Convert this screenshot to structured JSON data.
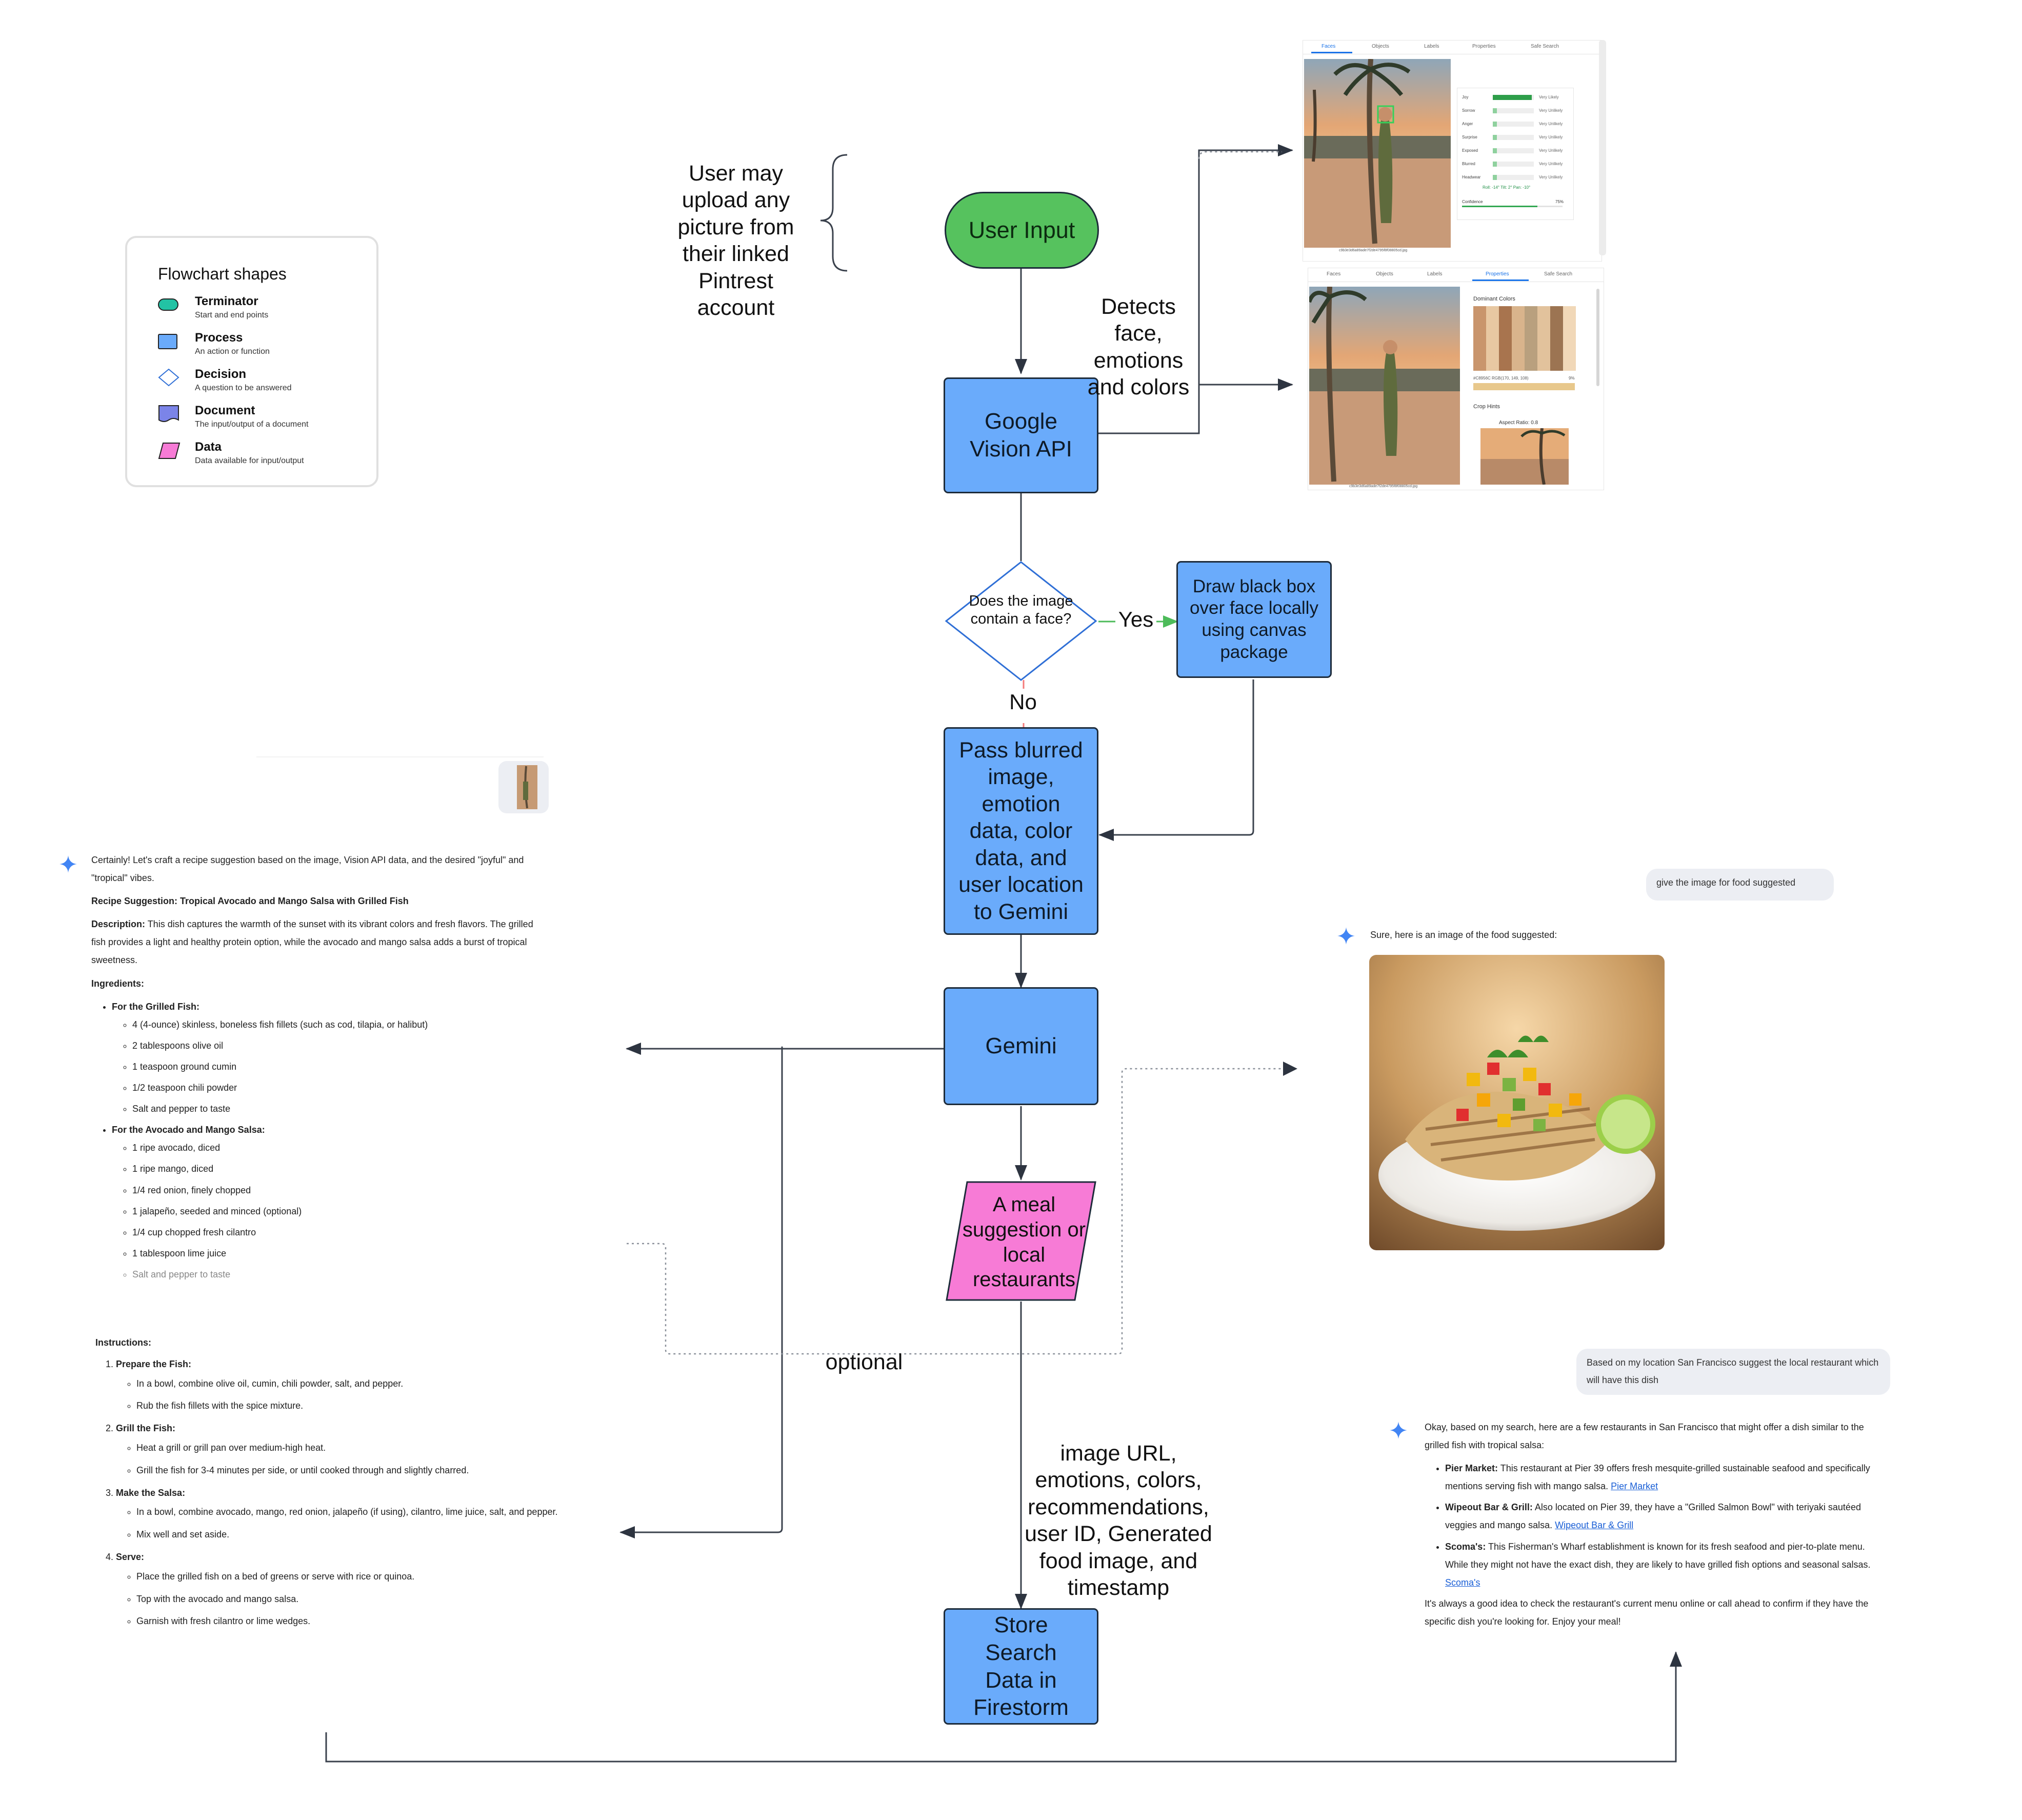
{
  "legend": {
    "title": "Flowchart shapes",
    "items": [
      {
        "name": "Terminator",
        "desc": "Start and end points",
        "color": "#22c3a4"
      },
      {
        "name": "Process",
        "desc": "An action or function",
        "color": "#6aabfb"
      },
      {
        "name": "Decision",
        "desc": "A question to be answered",
        "color": "#ffffff"
      },
      {
        "name": "Document",
        "desc": "The input/output of a document",
        "color": "#7b84e8"
      },
      {
        "name": "Data",
        "desc": "Data available for input/output",
        "color": "#f77bd6"
      }
    ]
  },
  "flow": {
    "user_input": "User Input",
    "google_vision": "Google Vision API",
    "decision": "Does the image contain a face?",
    "yes": "Yes",
    "no": "No",
    "draw_box": "Draw black box over face locally using canvas package",
    "pass_gemini": "Pass blurred image, emotion data, color data, and user location to Gemini",
    "gemini": "Gemini",
    "meal": "A meal suggestion or local restaurants",
    "store": "Store Search Data in Firestorm",
    "optional": "optional"
  },
  "annotations": {
    "upload_note": "User may upload any picture from their linked Pintrest account",
    "detects": "Detects face, emotions and colors",
    "store_data": "image URL, emotions, colors, recommendations, user ID, Generated food image, and timestamp"
  },
  "vision_faces": {
    "tabs": [
      "Faces",
      "Objects",
      "Labels",
      "Properties",
      "Safe Search"
    ],
    "rows": [
      {
        "label": "Joy",
        "value": "Very Likely",
        "level": 0.95
      },
      {
        "label": "Sorrow",
        "value": "Very Unlikely",
        "level": 0.1
      },
      {
        "label": "Anger",
        "value": "Very Unlikely",
        "level": 0.1
      },
      {
        "label": "Surprise",
        "value": "Very Unlikely",
        "level": 0.1
      },
      {
        "label": "Exposed",
        "value": "Very Unlikely",
        "level": 0.1
      },
      {
        "label": "Blurred",
        "value": "Very Unlikely",
        "level": 0.1
      },
      {
        "label": "Headwear",
        "value": "Very Unlikely",
        "level": 0.1
      }
    ],
    "angles": "Roll: -14°   Tilt: 2°   Pan: -10°",
    "confidence_label": "Confidence",
    "confidence_value": "75%",
    "confidence": 0.75,
    "filename": "c9b3e3d6a89ade7f2de4795f8f08805cd.jpg"
  },
  "vision_props": {
    "tabs": [
      "Faces",
      "Objects",
      "Labels",
      "Properties",
      "Safe Search"
    ],
    "dominant_title": "Dominant Colors",
    "colors": [
      "#c9956c",
      "#e8c8a2",
      "#a8744e",
      "#d9b48c",
      "#b9a07e",
      "#e2c29c",
      "#9c7452",
      "#f1d8b8"
    ],
    "color_meta": "#C8956C   RGB(170, 149, 108)",
    "color_pct": "9%",
    "crop_title": "Crop Hints",
    "aspect": "Aspect Ratio: 0.8",
    "filename": "c9b3e3d6a89ade7f2de4795f8f08805cd.jpg"
  },
  "recipe": {
    "intro": "Certainly! Let's craft a recipe suggestion based on the image, Vision API data, and the desired \"joyful\" and \"tropical\" vibes.",
    "title": "Recipe Suggestion: Tropical Avocado and Mango Salsa with Grilled Fish",
    "desc_label": "Description:",
    "desc": " This dish captures the warmth of the sunset with its vibrant colors and fresh flavors. The grilled fish provides a light and healthy protein option, while the avocado and mango salsa adds a burst of tropical sweetness.",
    "ingredients_label": "Ingredients:",
    "fish_label": "For the Grilled Fish:",
    "fish_items": [
      "4 (4-ounce) skinless, boneless fish fillets (such as cod, tilapia, or halibut)",
      "2 tablespoons olive oil",
      "1 teaspoon ground cumin",
      "1/2 teaspoon chili powder",
      "Salt and pepper to taste"
    ],
    "salsa_label": "For the Avocado and Mango Salsa:",
    "salsa_items": [
      "1 ripe avocado, diced",
      "1 ripe mango, diced",
      "1/4 red onion, finely chopped",
      "1 jalapeño, seeded and minced (optional)",
      "1/4 cup chopped fresh cilantro",
      "1 tablespoon lime juice",
      "Salt and pepper to taste"
    ],
    "instructions_label": "Instructions:",
    "steps": [
      {
        "title": "Prepare the Fish:",
        "items": [
          "In a bowl, combine olive oil, cumin, chili powder, salt, and pepper.",
          "Rub the fish fillets with the spice mixture."
        ]
      },
      {
        "title": "Grill the Fish:",
        "items": [
          "Heat a grill or grill pan over medium-high heat.",
          "Grill the fish for 3-4 minutes per side, or until cooked through and slightly charred."
        ]
      },
      {
        "title": "Make the Salsa:",
        "items": [
          "In a bowl, combine avocado, mango, red onion, jalapeño (if using), cilantro, lime juice, salt, and pepper.",
          "Mix well and set aside."
        ]
      },
      {
        "title": "Serve:",
        "items": [
          "Place the grilled fish on a bed of greens or serve with rice or quinoa.",
          "Top with the avocado and mango salsa.",
          "Garnish with fresh cilantro or lime wedges."
        ]
      }
    ]
  },
  "image_chat": {
    "user_prompt": "give the image for food suggested",
    "reply": "Sure, here is an image of the food suggested:"
  },
  "restaurant_chat": {
    "user_prompt": "Based on my location San Francisco suggest the local restaurant which will have this dish",
    "intro": "Okay, based on my search, here are a few restaurants in San Francisco that might offer a dish similar to the grilled fish with tropical salsa:",
    "items": [
      {
        "name": "Pier Market:",
        "text": " This restaurant at Pier 39 offers fresh mesquite-grilled sustainable seafood and specifically mentions serving fish with mango salsa. ",
        "link": "Pier Market"
      },
      {
        "name": "Wipeout Bar & Grill:",
        "text": " Also located on Pier 39, they have a \"Grilled Salmon Bowl\" with teriyaki sautéed veggies and mango salsa. ",
        "link": "Wipeout Bar & Grill"
      },
      {
        "name": "Scoma's:",
        "text": " This Fisherman's Wharf establishment is known for its fresh seafood and pier-to-plate menu. While they might not have the exact dish, they are likely to have grilled fish options and seasonal salsas. ",
        "link": "Scoma's"
      }
    ],
    "outro": "It's always a good idea to check the restaurant's current menu online or call ahead to confirm if they have the specific dish you're looking for. Enjoy your meal!"
  },
  "colors": {
    "process": "#6aabfb",
    "terminator": "#56c25e",
    "data": "#f77bd6",
    "yes_arrow": "#4dbb5a",
    "no_arrow": "#f47a7a",
    "gemini_spark": "#4285f4"
  }
}
